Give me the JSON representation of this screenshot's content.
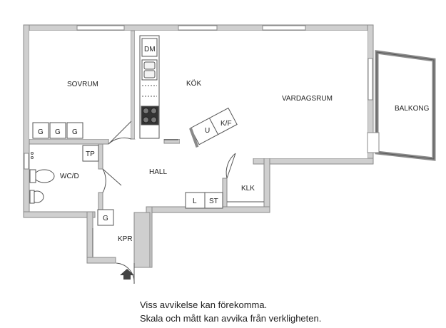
{
  "rooms": {
    "sovrum": "SOVRUM",
    "kok": "KÖK",
    "vardagsrum": "VARDAGSRUM",
    "balkong": "BALKONG",
    "hall": "HALL",
    "wcd": "WC/D",
    "klk": "KLK",
    "kpr": "KPR"
  },
  "fixtures": {
    "dm": "DM",
    "g1": "G",
    "g2": "G",
    "g3": "G",
    "tp": "TP",
    "u": "U",
    "kf": "K/F",
    "l": "L",
    "st": "ST",
    "g_hall": "G"
  },
  "disclaimer": {
    "line1": "Viss avvikelse kan förekomma.",
    "line2": "Skala och mått kan avvika från verkligheten."
  },
  "icons": {
    "entrance": "entrance-arrow-icon"
  }
}
